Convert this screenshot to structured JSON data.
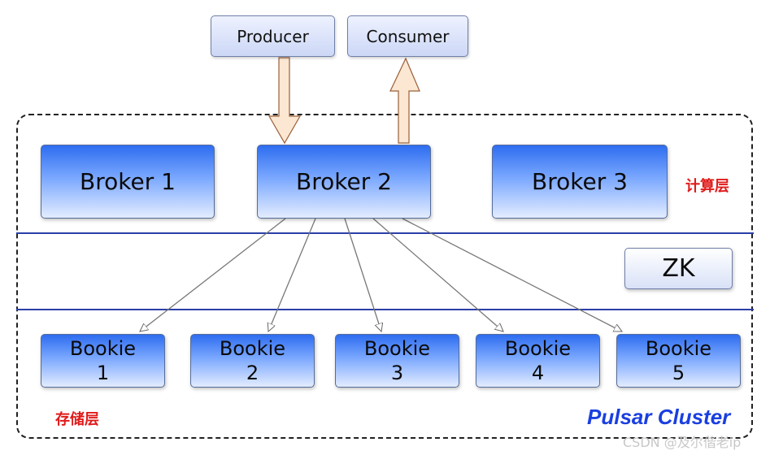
{
  "clients": {
    "producer": "Producer",
    "consumer": "Consumer"
  },
  "brokers": [
    "Broker 1",
    "Broker 2",
    "Broker 3"
  ],
  "zk": "ZK",
  "bookies": [
    {
      "name": "Bookie",
      "num": "1"
    },
    {
      "name": "Bookie",
      "num": "2"
    },
    {
      "name": "Bookie",
      "num": "3"
    },
    {
      "name": "Bookie",
      "num": "4"
    },
    {
      "name": "Bookie",
      "num": "5"
    }
  ],
  "layers": {
    "compute": "计算层",
    "storage": "存储层"
  },
  "cluster_title": "Pulsar Cluster",
  "watermark": "CSDN @及尔偕老ip",
  "colors": {
    "node_gradient_top": "#2e6df0",
    "divider": "#2b3fa8",
    "layer_label": "#e01b1b",
    "cluster_title": "#1a3fe0",
    "flow_arrow_fill": "#fbe7d2",
    "flow_arrow_stroke": "#9a5f38"
  }
}
